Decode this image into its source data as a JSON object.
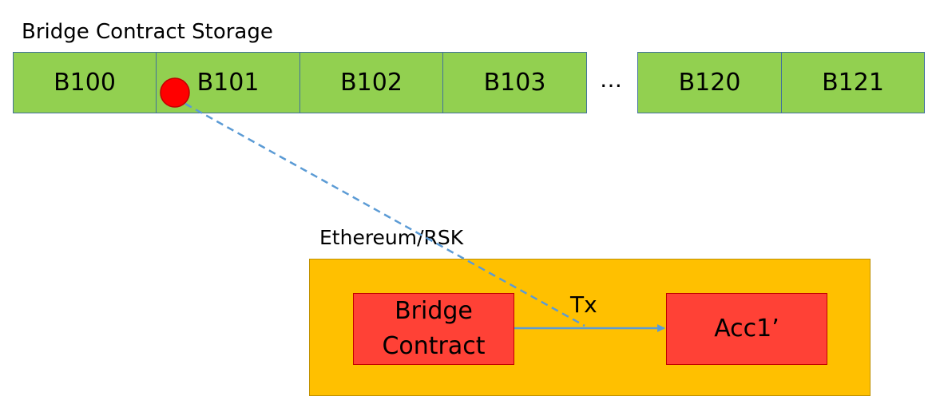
{
  "storage": {
    "title": "Bridge Contract Storage",
    "blocks": [
      "B100",
      "B101",
      "B102",
      "B103",
      "B120",
      "B121"
    ],
    "ellipsis": "…",
    "block_color": "#92d050"
  },
  "chain": {
    "title": "Ethereum/RSK",
    "bridge_contract_line1": "Bridge",
    "bridge_contract_line2": "Contract",
    "account": "Acc1’",
    "tx_label": "Tx",
    "chain_color": "#ffc000",
    "box_color": "#ff4136"
  },
  "marker": {
    "color": "#ff0000"
  },
  "connector": {
    "color": "#5b9bd5",
    "style": "dashed"
  }
}
